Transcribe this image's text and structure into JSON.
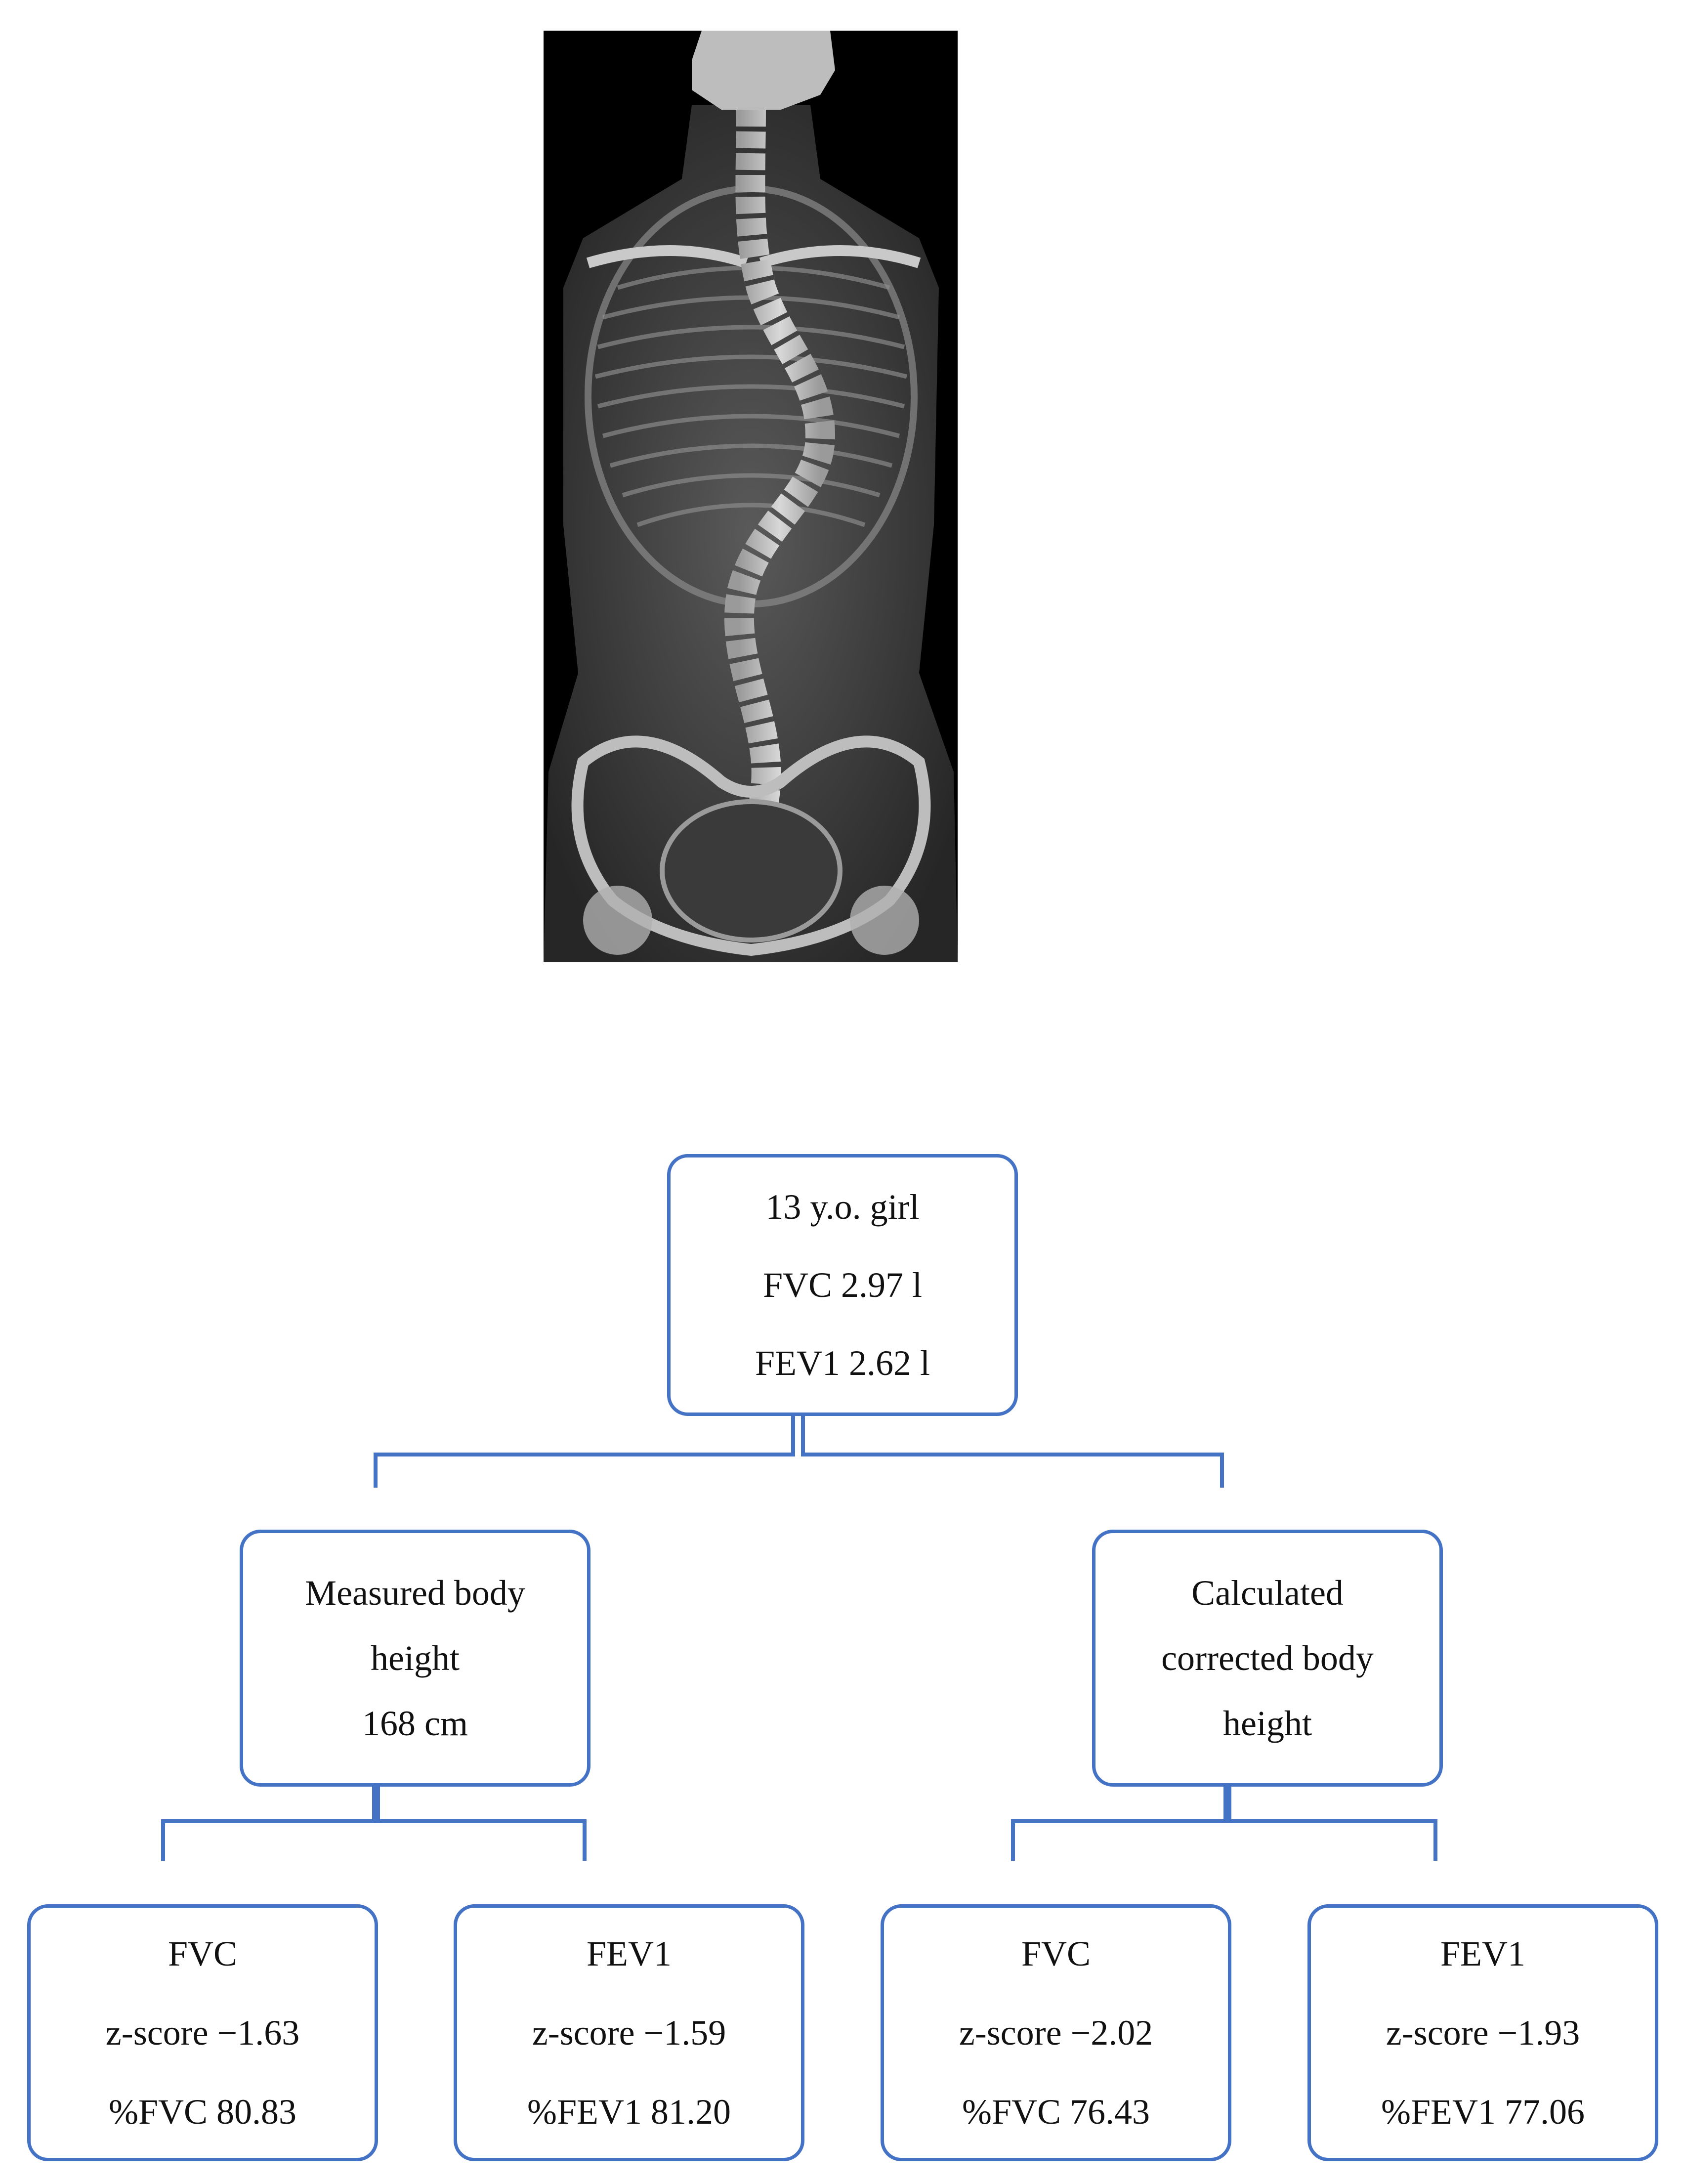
{
  "xray": {
    "description_icon": "spine-xray-image"
  },
  "root": {
    "lines": [
      "13 y.o. girl",
      "FVC 2.97 l",
      "FEV1 2.62 l"
    ]
  },
  "measured": {
    "lines": [
      "Measured body",
      "height",
      "168 cm"
    ]
  },
  "calculated": {
    "lines": [
      "Calculated",
      "corrected body",
      "height"
    ]
  },
  "leaves": [
    {
      "lines": [
        "FVC",
        "z-score −1.63",
        "%FVC 80.83"
      ]
    },
    {
      "lines": [
        "FEV1",
        "z-score −1.59",
        "%FEV1 81.20"
      ]
    },
    {
      "lines": [
        "FVC",
        "z-score −2.02",
        "%FVC 76.43"
      ]
    },
    {
      "lines": [
        "FEV1",
        "z-score −1.93",
        "%FEV1 77.06"
      ]
    }
  ],
  "colors": {
    "border": "#4472C4"
  }
}
